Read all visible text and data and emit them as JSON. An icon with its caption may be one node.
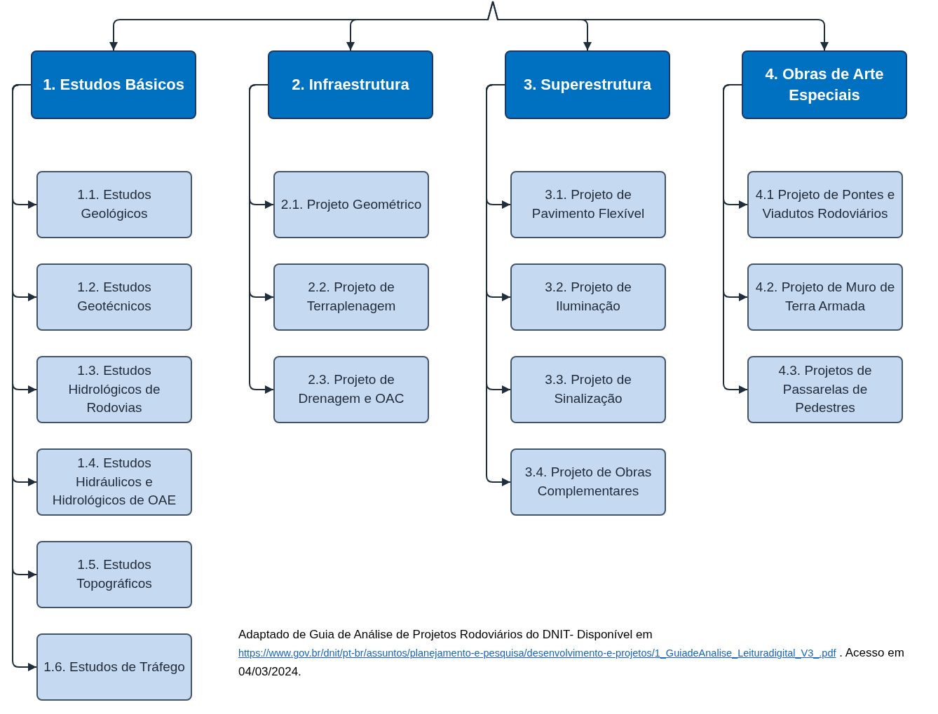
{
  "diagram": {
    "nodes": [
      {
        "text": [
          "1. Estudos Básicos"
        ]
      },
      {
        "text": [
          "1.1. Estudos Geológicos"
        ]
      },
      {
        "text": [
          "1.2. Estudos Geotécnicos"
        ]
      },
      {
        "text": [
          "1.3. Estudos Hidrológicos de Rodovias"
        ]
      },
      {
        "text": [
          "1.4. Estudos Hidráulicos e Hidrológicos de OAE"
        ]
      },
      {
        "text": [
          "1.5. Estudos Topográficos"
        ]
      },
      {
        "text": [
          "1.6. Estudos de Tráfego"
        ]
      },
      {
        "text": [
          "2. Infraestrutura"
        ]
      },
      {
        "text": [
          "2.1. Projeto Geométrico"
        ]
      },
      {
        "text": [
          "2.2. Projeto de Terraplenagem"
        ]
      },
      {
        "text": [
          "2.3. Projeto de Drenagem e OAC"
        ]
      },
      {
        "text": [
          "3. Superestrutura"
        ]
      },
      {
        "text": [
          "3.1. Projeto de Pavimento Flexível"
        ]
      },
      {
        "text": [
          "3.2. Projeto de Iluminação"
        ]
      },
      {
        "text": [
          "3.3. Projeto de Sinalização"
        ]
      },
      {
        "text": [
          "3.4. Projeto de Obras Complementares"
        ]
      },
      {
        "text": [
          "4. Obras de Arte Especiais"
        ]
      },
      {
        "text": [
          "4.1 Projeto de Pontes e Viadutos Rodoviários"
        ]
      },
      {
        "text": [
          "4.2. Projeto de Muro de Terra Armada"
        ]
      },
      {
        "text": [
          "4.3. Projetos de Passarelas de Pedestres"
        ]
      }
    ],
    "edges": [
      {
        "from": null,
        "to": 0,
        "arrow": "to"
      },
      {
        "from": null,
        "to": 7,
        "arrow": "to"
      },
      {
        "from": null,
        "to": 11,
        "arrow": "to"
      },
      {
        "from": null,
        "to": 16,
        "arrow": "to"
      },
      {
        "from": 0,
        "to": 1,
        "arrow": "to"
      },
      {
        "from": 0,
        "to": 2,
        "arrow": "to"
      },
      {
        "from": 0,
        "to": 3,
        "arrow": "to"
      },
      {
        "from": 0,
        "to": 4,
        "arrow": "to"
      },
      {
        "from": 0,
        "to": 5,
        "arrow": "to"
      },
      {
        "from": 0,
        "to": 6,
        "arrow": "to"
      },
      {
        "from": 7,
        "to": 8,
        "arrow": "to"
      },
      {
        "from": 7,
        "to": 9,
        "arrow": "to"
      },
      {
        "from": 7,
        "to": 10,
        "arrow": "to"
      },
      {
        "from": 11,
        "to": 12,
        "arrow": "to"
      },
      {
        "from": 11,
        "to": 13,
        "arrow": "to"
      },
      {
        "from": 11,
        "to": 14,
        "arrow": "to"
      },
      {
        "from": 11,
        "to": 15,
        "arrow": "to"
      },
      {
        "from": 16,
        "to": 17,
        "arrow": "to"
      },
      {
        "from": 16,
        "to": 18,
        "arrow": "to"
      },
      {
        "from": 16,
        "to": 19,
        "arrow": "to"
      }
    ],
    "labels": [
      "Adaptado de Guia de Análise de Projetos Rodoviários do DNIT- Disponível em",
      "https://www.gov.br/dnit/pt-br/assuntos/planejamento-e-pesquisa/desenvolvimento-e-projetos/1_GuiadeAnalise_Leituradigital_V3_.pdf",
      ". Acesso em 04/03/2024."
    ]
  }
}
